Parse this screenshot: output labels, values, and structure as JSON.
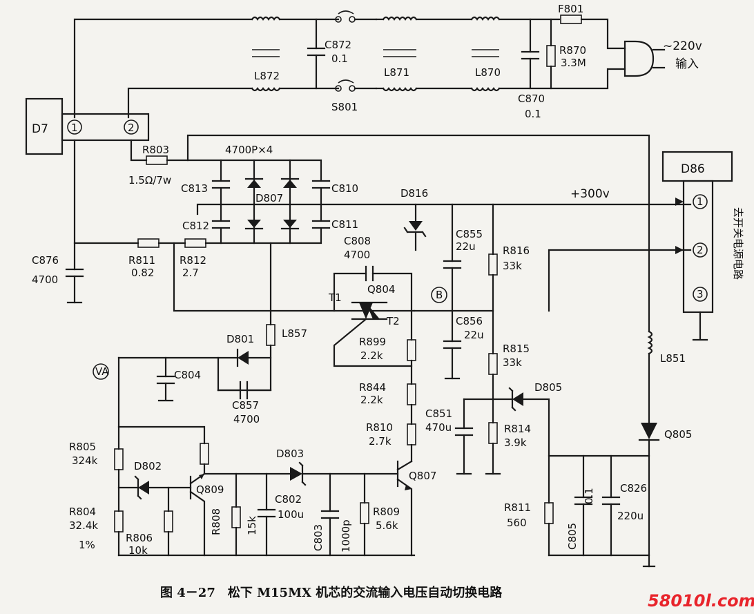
{
  "caption": "图 4－27　松下 M15MX 机芯的交流输入电压自动切换电路",
  "watermark": "58010l.com",
  "ac_input": {
    "voltage": "~220v",
    "label": "输入"
  },
  "blocks": {
    "d7": "D7",
    "d86": "D86",
    "d86_side_label": "去开关电源电路"
  },
  "pins": [
    "1",
    "2",
    "3"
  ],
  "rail_label": "+300v",
  "node_b": "B",
  "node_va": "VA",
  "bridge": {
    "ref": "D807",
    "caps": "4700P×4"
  },
  "components": {
    "f801": "F801",
    "r870": "R870",
    "r870_v": "3.3M",
    "c870": "C870",
    "c870_v": "0.1",
    "l870": "L870",
    "l871": "L871",
    "l872": "L872",
    "c872": "C872",
    "c872_v": "0.1",
    "s801": "S801",
    "r803": "R803",
    "r803_v": "1.5Ω/7w",
    "c813": "C813",
    "c812": "C812",
    "c810": "C810",
    "c811": "C811",
    "c876": "C876",
    "c876_v": "4700",
    "r811a": "R811",
    "r811a_v": "0.82",
    "r812": "R812",
    "r812_v": "2.7",
    "d816": "D816",
    "c855": "C855",
    "c855_v": "22u",
    "r816": "R816",
    "r816_v": "33k",
    "c808": "C808",
    "c808_v": "4700",
    "q804": "Q804",
    "t1": "T1",
    "t2": "T2",
    "c856": "C856",
    "c856_v": "22u",
    "r815": "R815",
    "r815_v": "33k",
    "d801": "D801",
    "l857": "L857",
    "c804": "C804",
    "c857": "C857",
    "c857_v": "4700",
    "r899": "R899",
    "r899_v": "2.2k",
    "r844": "R844",
    "r844_v": "2.2k",
    "r810": "R810",
    "r810_v": "2.7k",
    "d805": "D805",
    "c851": "C851",
    "c851_v": "470u",
    "r814": "R814",
    "r814_v": "3.9k",
    "l851": "L851",
    "q805": "Q805",
    "r805": "R805",
    "r805_v": "324k",
    "d802": "D802",
    "r804": "R804",
    "r804_v": "32.4k",
    "r804_tol": "1%",
    "r806": "R806",
    "r806_v": "10k",
    "q809": "Q809",
    "r808": "R808",
    "r808_v": "15k",
    "d803": "D803",
    "c802": "C802",
    "c802_v": "100u",
    "c803": "C803",
    "c803_v": "1000p",
    "r809": "R809",
    "r809_v": "5.6k",
    "q807": "Q807",
    "r811b": "R811",
    "r811b_v": "560",
    "c805": "C805",
    "c805_v": "0.1",
    "c826": "C826",
    "c826_v": "220u"
  }
}
